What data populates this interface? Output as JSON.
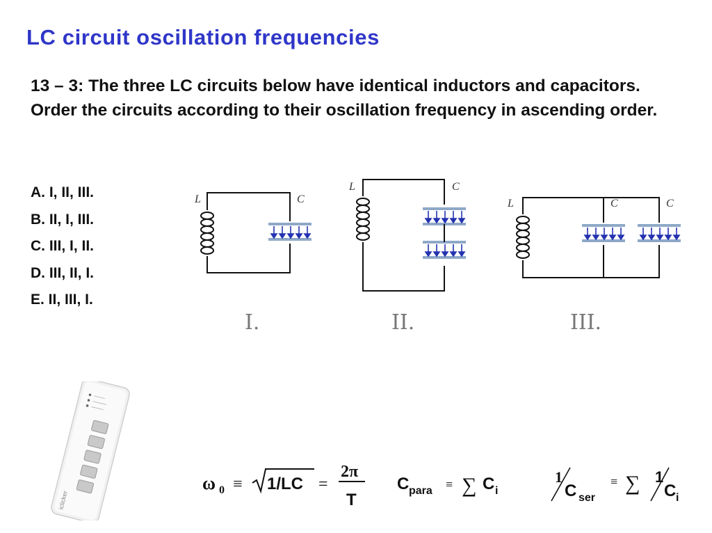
{
  "slide": {
    "title": "LC circuit oscillation frequencies",
    "question": "13 – 3:  The three LC circuits below have identical inductors and capacitors.  Order the circuits according to their oscillation frequency in ascending order.",
    "choices": [
      "A.  I, II, III.",
      "B.  II, I, III.",
      "C.  III, I, II.",
      "D.  III, II, I.",
      "E.  II, III, I."
    ],
    "circuit_labels": [
      "I.",
      "II.",
      "III."
    ],
    "component_labels": {
      "inductor": "L",
      "capacitor": "C"
    },
    "clicker_brand": "iclicker",
    "formulas": {
      "omega": "ω",
      "omega_sub": "0",
      "equiv": "≡",
      "sqrt_body": "1/LC",
      "equals": "=",
      "two_pi": "2π",
      "period": "T",
      "c_para": "C",
      "c_para_sub": "para",
      "sum": "∑",
      "c_i": "C",
      "i_sub": "i",
      "one": "1",
      "c_ser": "C",
      "c_ser_sub": "ser"
    },
    "colors": {
      "title": "#2f36c8",
      "plate": "#8fa8c8",
      "field_arrow": "#2433b0"
    }
  }
}
